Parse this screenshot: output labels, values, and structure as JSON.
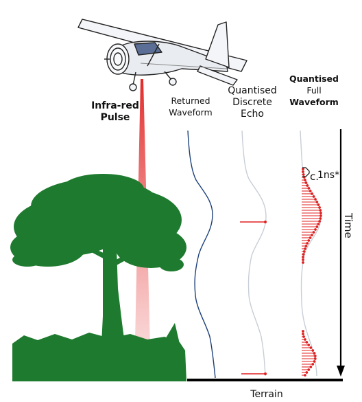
{
  "labels": {
    "pulse_line1": "Infra-red",
    "pulse_line2": "Pulse",
    "returned_line1": "Returned",
    "returned_line2": "Waveform",
    "discrete_line1": "Quantised",
    "discrete_line2": "Discrete",
    "discrete_line3": "Echo",
    "full_line1": "Quantised",
    "full_line2": "Full",
    "full_line3": "Waveform",
    "interval": "1ns*",
    "interval_prefix": "c.",
    "time_axis": "Time",
    "terrain": "Terrain"
  },
  "colors": {
    "tree": "#1e7a2e",
    "laser": "#e02020",
    "waveform": "#1c3f7a",
    "envelope": "#c8ced6",
    "echo": "#e02020",
    "ground": "#000000"
  },
  "icons": {
    "aircraft": "light-aircraft-icon",
    "tree": "tree-silhouette-icon"
  }
}
